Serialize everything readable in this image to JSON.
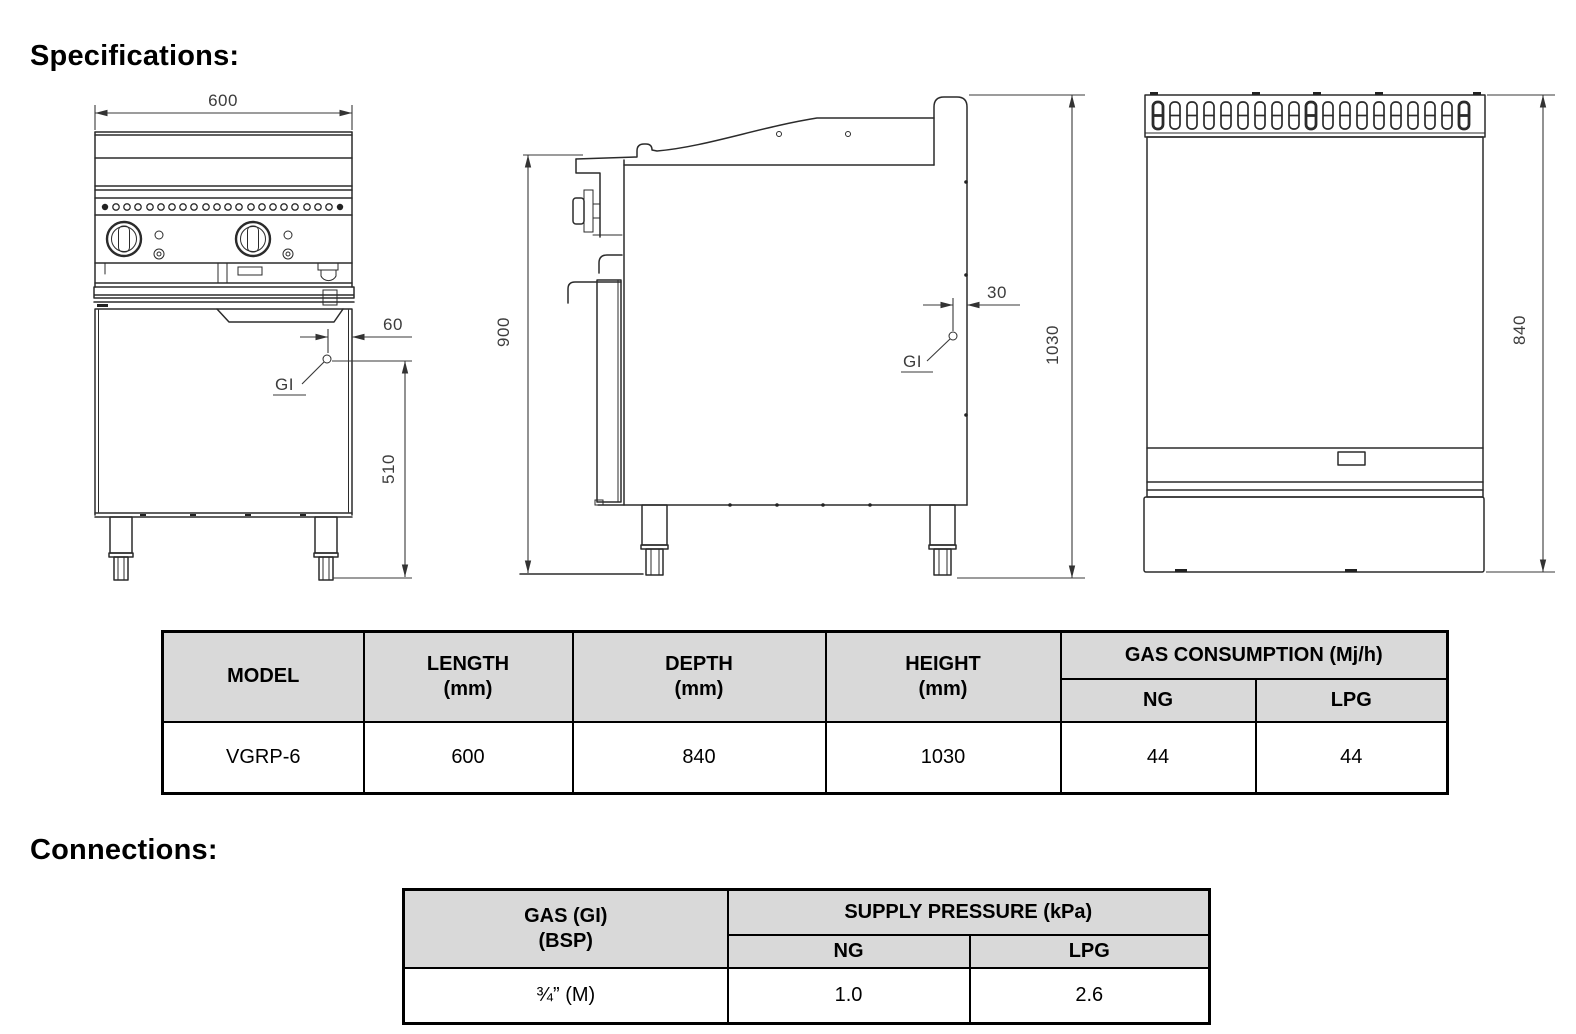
{
  "headings": {
    "specifications": "Specifications:",
    "connections": "Connections:"
  },
  "front_view": {
    "width_dim": "600",
    "gas_offset_dim": "60",
    "gas_height_dim": "510",
    "gas_inlet_label": "GI"
  },
  "side_view": {
    "work_height_dim": "900",
    "gas_offset_dim": "30",
    "overall_height_dim": "1030",
    "gas_inlet_label": "GI"
  },
  "top_view": {
    "depth_dim": "840"
  },
  "spec_table": {
    "headers": {
      "model": "MODEL",
      "length_label": "LENGTH",
      "length_unit": "(mm)",
      "depth_label": "DEPTH",
      "depth_unit": "(mm)",
      "height_label": "HEIGHT",
      "height_unit": "(mm)",
      "gas_consumption": "GAS CONSUMPTION (Mj/h)",
      "ng": "NG",
      "lpg": "LPG"
    },
    "rows": [
      {
        "model": "VGRP-6",
        "length": "600",
        "depth": "840",
        "height": "1030",
        "ng": "44",
        "lpg": "44"
      }
    ]
  },
  "connections_table": {
    "headers": {
      "gas_line1": "GAS (GI)",
      "gas_line2": "(BSP)",
      "supply_pressure": "SUPPLY PRESSURE (kPa)",
      "ng": "NG",
      "lpg": "LPG"
    },
    "rows": [
      {
        "size": "¾” (M)",
        "ng": "1.0",
        "lpg": "2.6"
      }
    ]
  }
}
